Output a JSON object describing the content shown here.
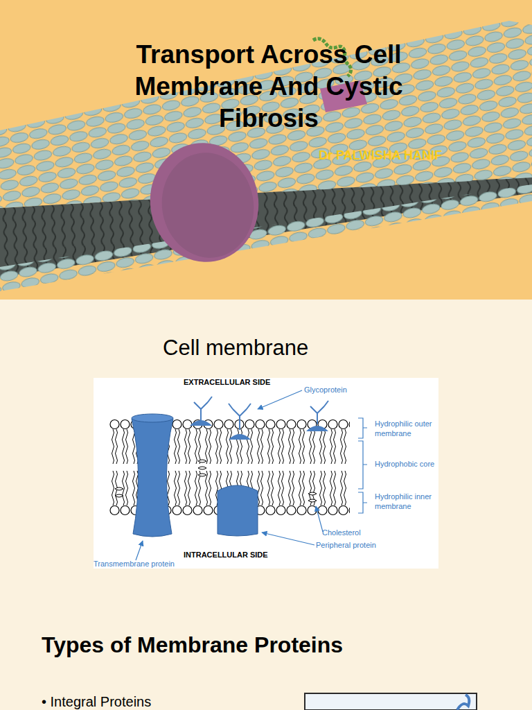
{
  "diagram": {
    "title": "Transport Across Cell Membrane And Cystic Fibrosis",
    "labels": [
      "Dr PALWISHA HANIF",
      "Cell membrane",
      "EXTRACELLULAR SIDE",
      "Glycoprotein",
      "Hydrophilic outer membrane",
      "Hydrophobic core",
      "Hydrophilic inner membrane",
      "Cholesterol",
      "Peripheral protein",
      "INTRACELLULAR SIDE",
      "Transmembrane protein",
      "Types of Membrane Proteins",
      "• Integral Proteins"
    ]
  }
}
